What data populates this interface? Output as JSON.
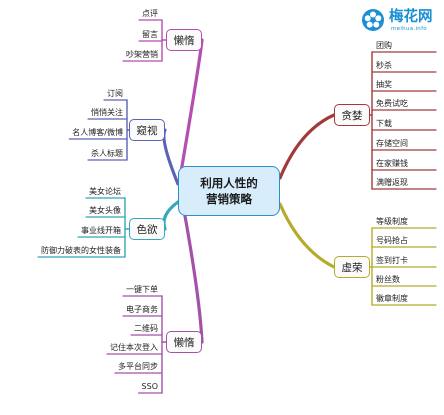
{
  "logo": {
    "name": "梅花网",
    "url": "meihua.info"
  },
  "center": {
    "line1": "利用人性的",
    "line2": "营销策略"
  },
  "branches": [
    {
      "id": "laziness",
      "label": "懒惰",
      "color": "#b24fb0",
      "items": [
        "点评",
        "留言",
        "吵架营销"
      ]
    },
    {
      "id": "peek",
      "label": "窥视",
      "color": "#5b63b7",
      "items": [
        "订阅",
        "悄悄关注",
        "名人博客/微博",
        "杀人标题"
      ]
    },
    {
      "id": "lust",
      "label": "色欲",
      "color": "#33a8b8",
      "items": [
        "美女论坛",
        "美女头像",
        "事业线开箱",
        "防御力破表的女性装备"
      ]
    },
    {
      "id": "lazy",
      "label": "懒惰",
      "color": "#a352a7",
      "items": [
        "一键下单",
        "电子商务",
        "二维码",
        "记住本次登入",
        "多平台同步",
        "SSO"
      ]
    },
    {
      "id": "greed",
      "label": "贪婪",
      "color": "#a33a3a",
      "items": [
        "团购",
        "秒杀",
        "抽奖",
        "免费试吃",
        "下载",
        "存储空间",
        "在家赚钱",
        "满赠返现"
      ]
    },
    {
      "id": "vanity",
      "label": "虚荣",
      "color": "#b5ab2c",
      "items": [
        "等级制度",
        "号码抢占",
        "签到打卡",
        "粉丝数",
        "徽章制度"
      ]
    }
  ]
}
